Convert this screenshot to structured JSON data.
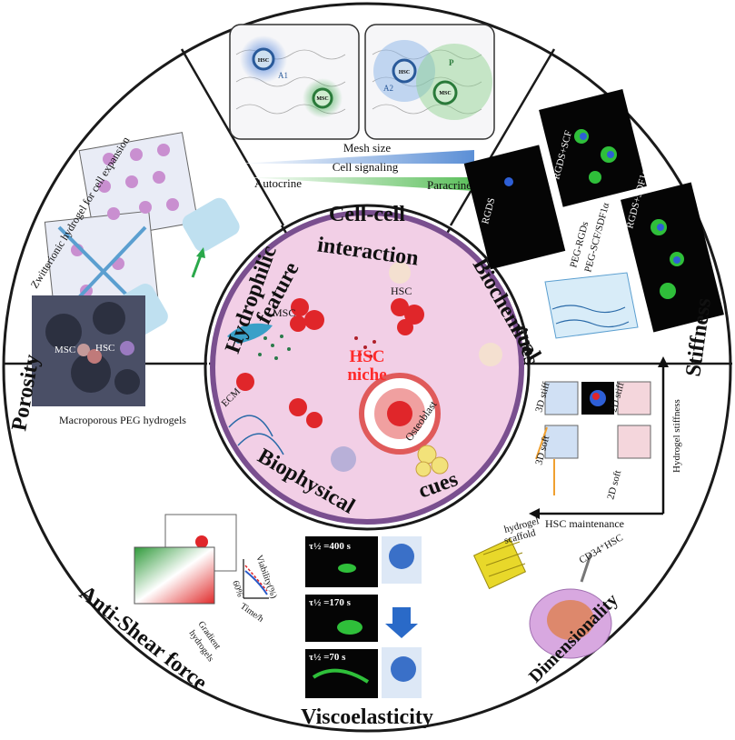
{
  "center": {
    "title_line1": "HSC",
    "title_line2": "niche",
    "labels": {
      "msc": "MSC",
      "hsc": "HSC",
      "ecm": "ECM",
      "osteoblast": "Osteoblast"
    }
  },
  "inner_labels": {
    "cell_cell_line1": "Cell-cell",
    "cell_cell_line2": "interaction",
    "biochemical": "Biochemical",
    "cues_right": "cues",
    "hydrophilic": "Hydrophilic",
    "feature": "feature",
    "biophysical": "Biophysical",
    "cues_bottom": "cues"
  },
  "outer_labels": {
    "porosity": "Porosity",
    "anti_shear": "Anti-Shear force",
    "viscoelasticity": "Viscoelasticity",
    "dimensionality": "Dimensionality",
    "stiffness": "Stiffness"
  },
  "top_panel": {
    "hsc": "HSC",
    "msc": "MSC",
    "a1": "A1",
    "a2": "A2",
    "p": "P",
    "mesh_size": "Mesh size",
    "cell_signaling": "Cell signaling",
    "autocrine": "Autocrine",
    "paracrine": "Paracrine"
  },
  "left_panel": {
    "zwitterionic": "Zwitterionic hydrogel for cell expansion"
  },
  "right_panel": {
    "rgds": "RGDS",
    "rgds_scf": "RGDS+SCF",
    "rgds_sdf": "RGDS+SDF1α",
    "peg_rgds": "PEG-RGDs",
    "peg_scf_sdf": "PEG-SCF/SDF1α"
  },
  "porosity_panel": {
    "msc": "MSC",
    "hsc": "HSC",
    "caption": "Macroporous   PEG   hydrogels"
  },
  "shear_panel": {
    "viability": "Viability(%)",
    "sixty": "60%",
    "time": "Time/h",
    "gradient": "Gradient",
    "hydrogels": "hydrogels"
  },
  "visco_panel": {
    "t1": "τ½ =400 s",
    "t2": "τ½ =170 s",
    "t3": "τ½ =70 s"
  },
  "dimensionality_panel": {
    "hydrogel": "hydrogel",
    "scaffold": "scaffold",
    "cd34": "CD34⁺HSC"
  },
  "stiffness_panel": {
    "stiff3d": "3D stiff",
    "stiff2d": "2D stiff",
    "soft3d": "3D soft",
    "soft2d": "2D soft",
    "hydrogel_stiffness": "Hydrogel stiffness",
    "hsc_maintenance": "HSC maintenance"
  },
  "colors": {
    "ring_outline": "#1a1a1a",
    "center_pink": "#f2cfe6",
    "cell_red": "#e0262a",
    "niche_red": "#ff2a2a",
    "gfp_green": "#2fbf3a",
    "nucleus_blue": "#2e5fd6"
  }
}
